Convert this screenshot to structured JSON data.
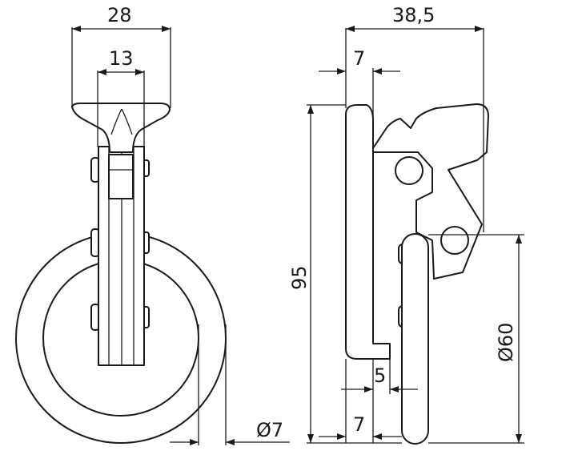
{
  "drawing": {
    "dimensions": {
      "width_28": "28",
      "width_13": "13",
      "ring_wire": "Ø7",
      "depth_38_5": "38,5",
      "offset_7_top": "7",
      "height_95": "95",
      "slot_5": "5",
      "offset_7_bottom": "7",
      "ring_diameter": "Ø60"
    }
  }
}
